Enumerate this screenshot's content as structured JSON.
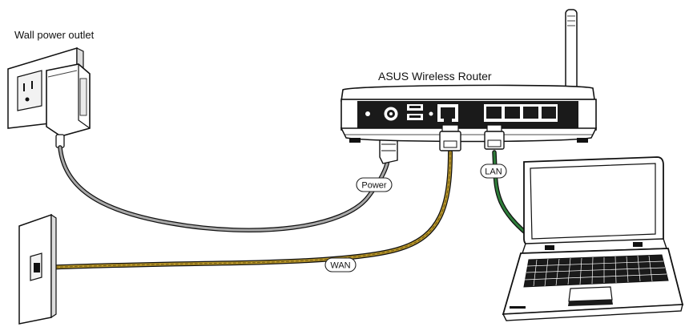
{
  "labels": {
    "wall_outlet": "Wall power outlet",
    "router": "ASUS Wireless Router",
    "power": "Power",
    "wan": "WAN",
    "lan": "LAN"
  },
  "colors": {
    "wan_cable": "#b8962a",
    "lan_cable": "#2e7d3a",
    "power_cable": "#9a9a9a",
    "outline": "#111111"
  }
}
